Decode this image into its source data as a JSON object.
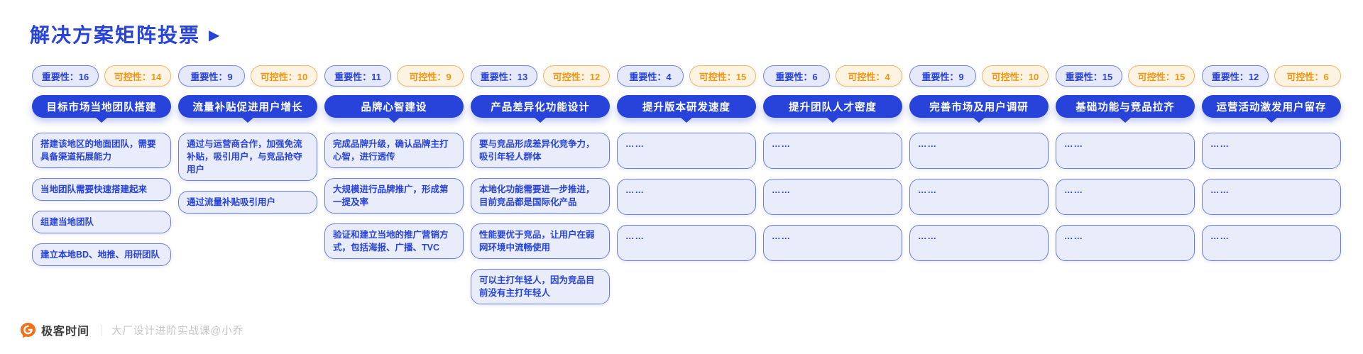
{
  "page": {
    "title": "解决方案矩阵投票",
    "title_arrow": "▶"
  },
  "placeholder_card_text": "……",
  "columns": [
    {
      "importance_badge": "重要性：16",
      "controllability_badge": "可控性：14",
      "header": "目标市场当地团队搭建",
      "cards": [
        "搭建该地区的地面团队，需要具备渠道拓展能力",
        "当地团队需要快速搭建起来",
        "组建当地团队",
        "建立本地BD、地推、用研团队"
      ]
    },
    {
      "importance_badge": "重要性：9",
      "controllability_badge": "可控性：10",
      "header": "流量补贴促进用户增长",
      "cards": [
        "通过与运营商合作，加强免流补贴，吸引用户，与竞品抢夺用户",
        "通过流量补贴吸引用户"
      ]
    },
    {
      "importance_badge": "重要性：11",
      "controllability_badge": "可控性：9",
      "header": "品牌心智建设",
      "cards": [
        "完成品牌升级，确认品牌主打心智，进行透传",
        "大规模进行品牌推广，形成第一提及率",
        "验证和建立当地的推广营销方式，包括海报、广播、TVC"
      ]
    },
    {
      "importance_badge": "重要性：13",
      "controllability_badge": "可控性：12",
      "header": "产品差异化功能设计",
      "cards": [
        "要与竞品形成差异化竞争力，吸引年轻人群体",
        "本地化功能需要进一步推进，目前竞品都是国际化产品",
        "性能要优于竞品，让用户在弱网环境中流畅使用",
        "可以主打年轻人，因为竞品目前没有主打年轻人"
      ]
    },
    {
      "importance_badge": "重要性：4",
      "controllability_badge": "可控性：15",
      "header": "提升版本研发速度",
      "cards": [
        "……",
        "……",
        "……"
      ]
    },
    {
      "importance_badge": "重要性：6",
      "controllability_badge": "可控性：4",
      "header": "提升团队人才密度",
      "cards": [
        "……",
        "……",
        "……"
      ]
    },
    {
      "importance_badge": "重要性：9",
      "controllability_badge": "可控性：10",
      "header": "完善市场及用户调研",
      "cards": [
        "……",
        "……",
        "……"
      ]
    },
    {
      "importance_badge": "重要性：15",
      "controllability_badge": "可控性：15",
      "header": "基础功能与竞品拉齐",
      "cards": [
        "……",
        "……",
        "……"
      ]
    },
    {
      "importance_badge": "重要性：12",
      "controllability_badge": "可控性：6",
      "header": "运营活动激发用户留存",
      "cards": [
        "……",
        "……",
        "……"
      ]
    }
  ],
  "footer": {
    "brand": "极客时间",
    "divider": "｜",
    "caption": "大厂设计进阶实战课@小乔"
  },
  "colors": {
    "primary_blue": "#2743d9",
    "card_bg": "#e9ecfb",
    "card_border": "#6b7be8",
    "importance_badge_bg": "#e6e9f9",
    "importance_badge_border": "#7583e8",
    "controllability_badge_bg": "#fdf3e2",
    "controllability_badge_border": "#f3b75f",
    "controllability_text": "#f2960f",
    "logo_orange": "#f3701b",
    "caption_gray": "#c5c5c5"
  }
}
